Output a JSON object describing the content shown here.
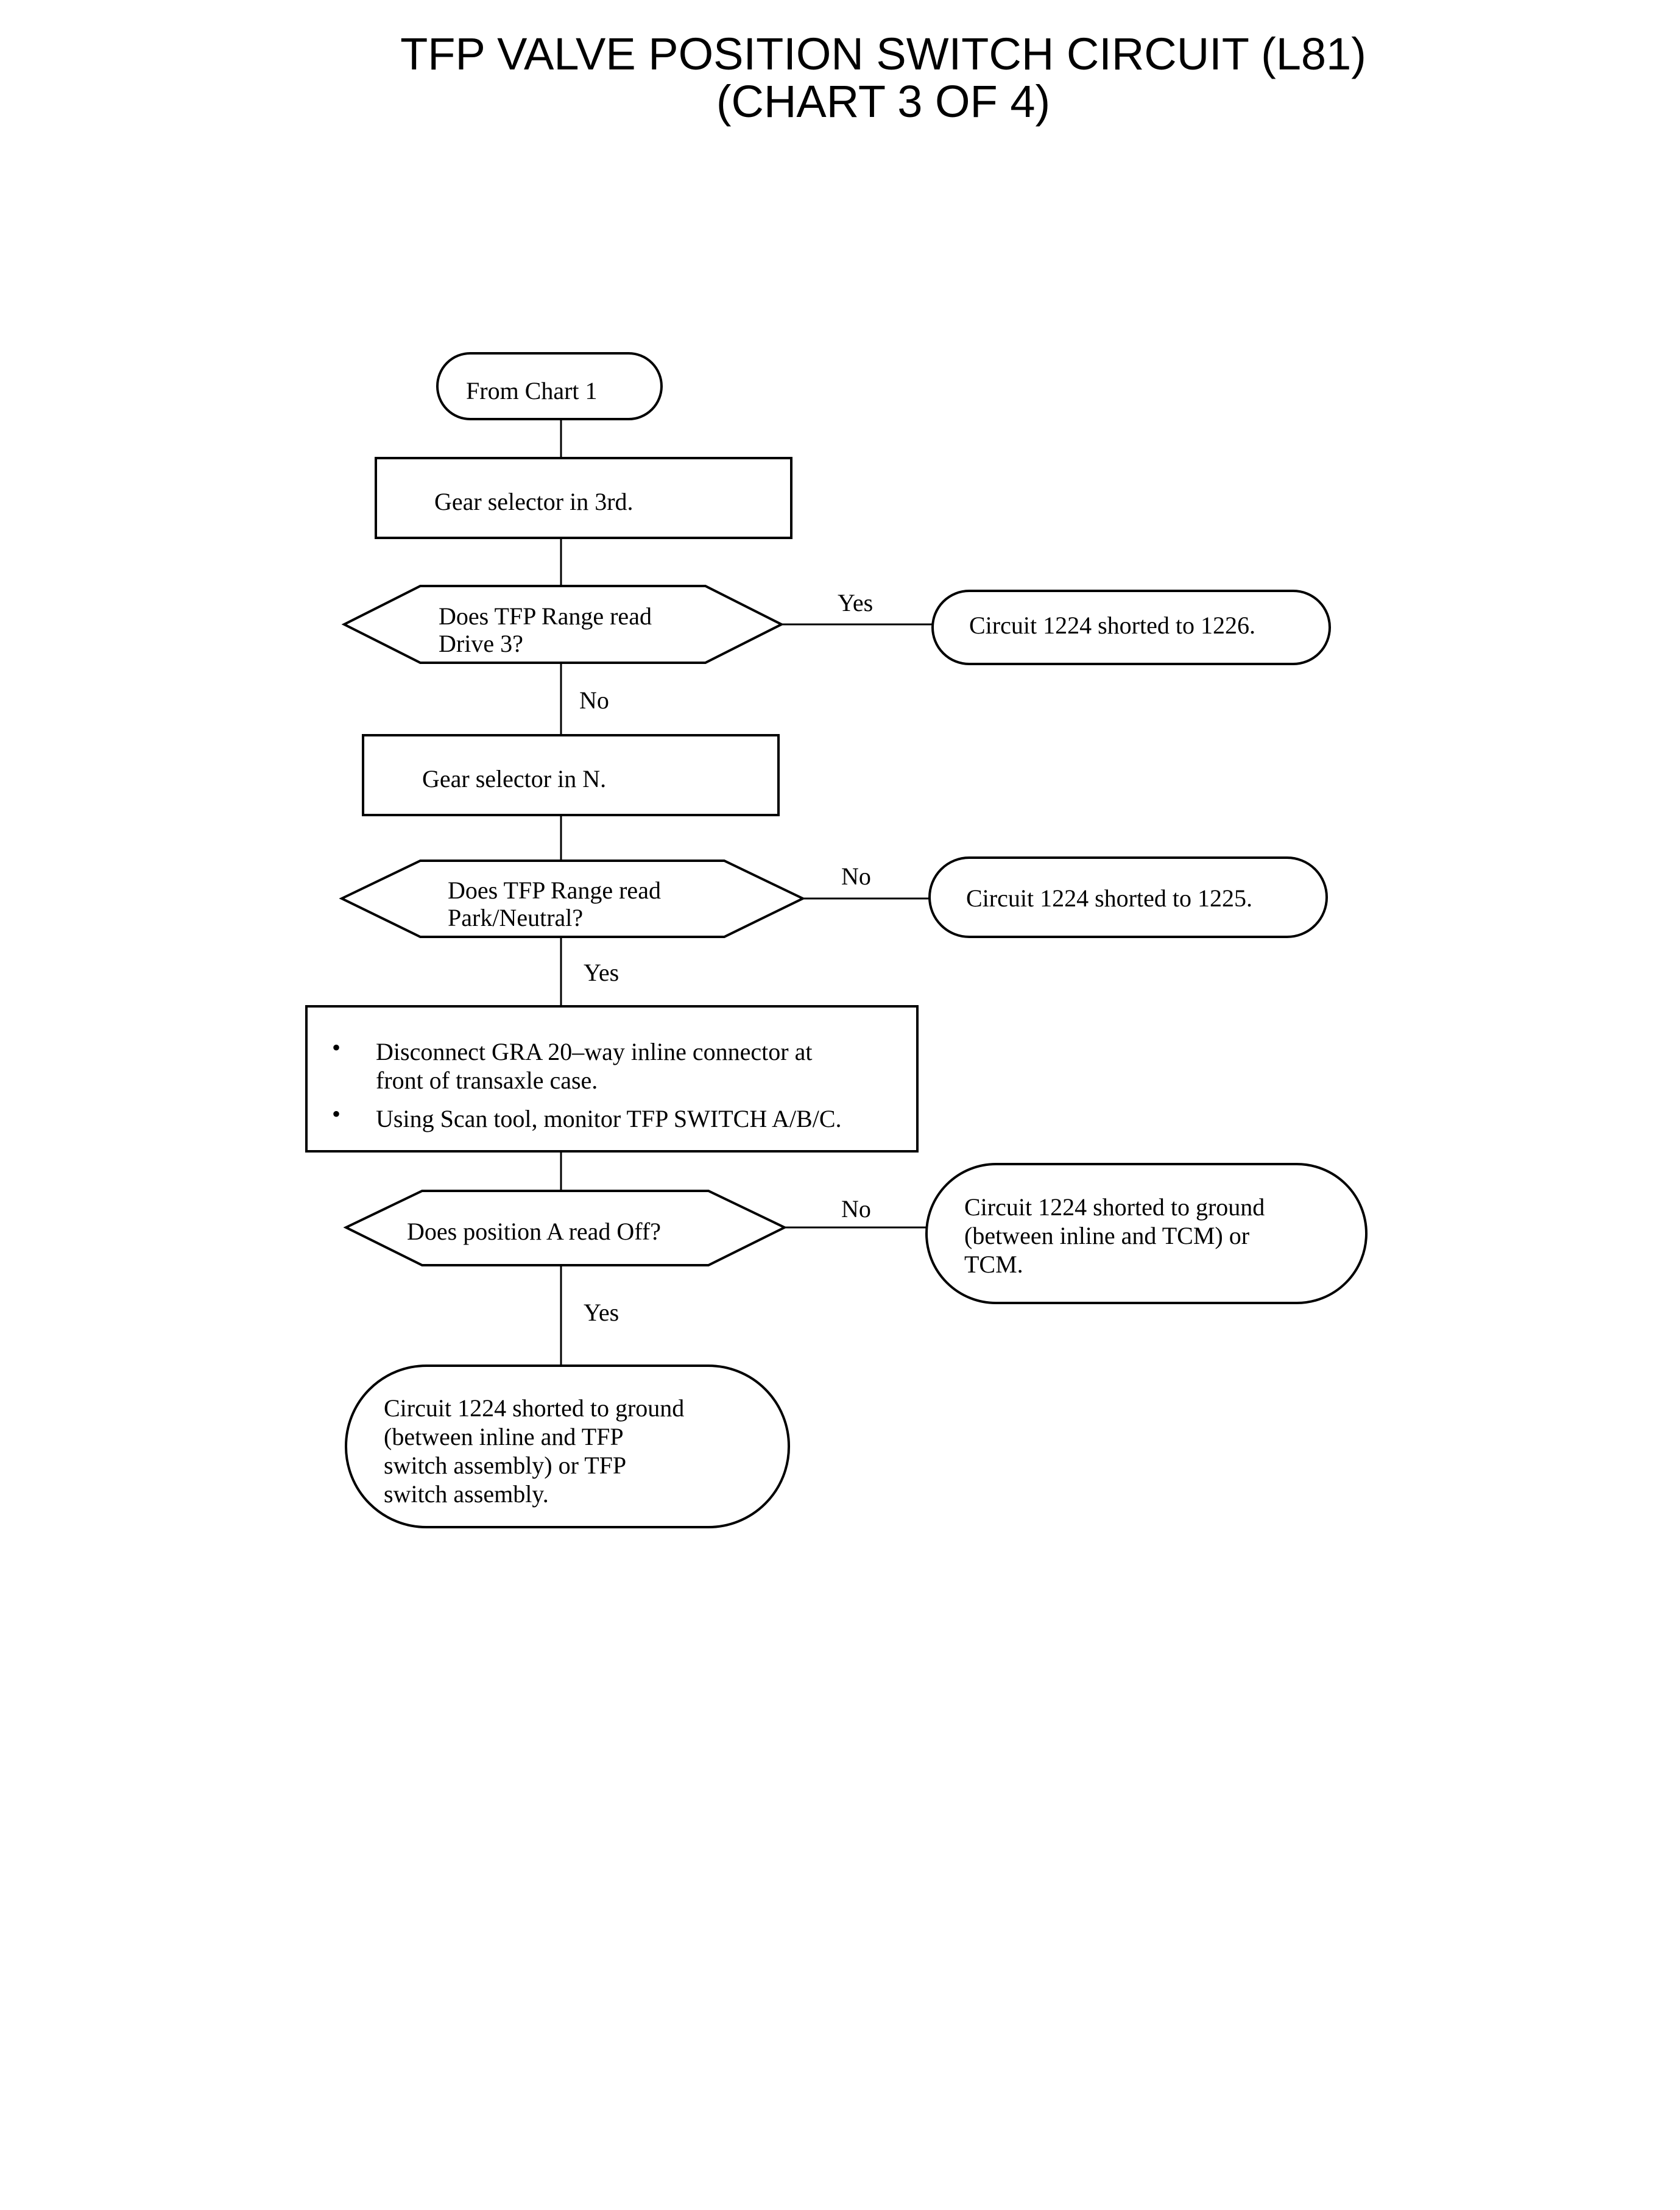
{
  "title": {
    "line1": "TFP VALVE POSITION SWITCH CIRCUIT (L81)",
    "line2": "(CHART 3 OF 4)"
  },
  "nodes": {
    "start": "From Chart 1",
    "step1": "Gear selector in 3rd.",
    "decision1": [
      "Does TFP Range read",
      "Drive 3?"
    ],
    "result1": "Circuit 1224 shorted to 1226.",
    "step2": "Gear selector in N.",
    "decision2": [
      "Does TFP Range read",
      "Park/Neutral?"
    ],
    "result2": "Circuit 1224 shorted to 1225.",
    "step3": {
      "bullet": "•",
      "item1": [
        "Disconnect GRA 20–way inline connector at",
        "front of transaxle case."
      ],
      "item2": "Using Scan tool, monitor TFP SWITCH A/B/C."
    },
    "decision3": "Does position A read Off?",
    "result3": [
      "Circuit 1224 shorted to ground",
      "(between inline and TCM) or",
      "TCM."
    ],
    "result4": [
      "Circuit 1224 shorted to ground",
      "(between inline and TFP",
      "switch assembly) or TFP",
      "switch assembly."
    ]
  },
  "edge_labels": {
    "d1_yes": "Yes",
    "d1_no": "No",
    "d2_no": "No",
    "d2_yes": "Yes",
    "d3_no": "No",
    "d3_yes": "Yes"
  }
}
